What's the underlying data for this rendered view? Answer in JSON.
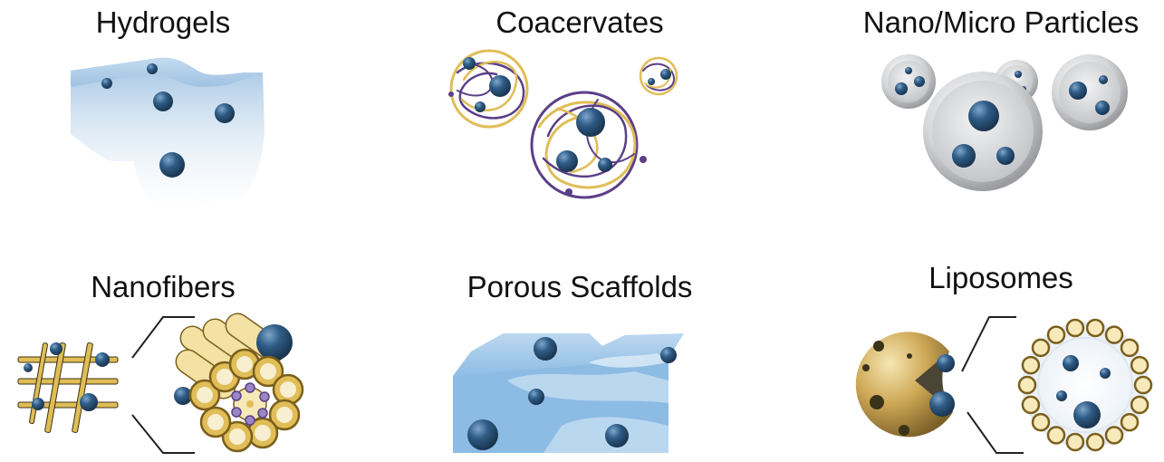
{
  "panels": [
    {
      "title": "Hydrogels"
    },
    {
      "title": "Coacervates"
    },
    {
      "title": "Nano/Micro Particles"
    },
    {
      "title": "Nanofibers"
    },
    {
      "title": "Porous Scaffolds"
    },
    {
      "title": "Liposomes"
    }
  ],
  "colors": {
    "drug": "#2f5c86",
    "gel": "#a9cbe8",
    "gold": "#e0bd57",
    "purple": "#5b3f88",
    "particle_shell": "#c9cacc"
  }
}
